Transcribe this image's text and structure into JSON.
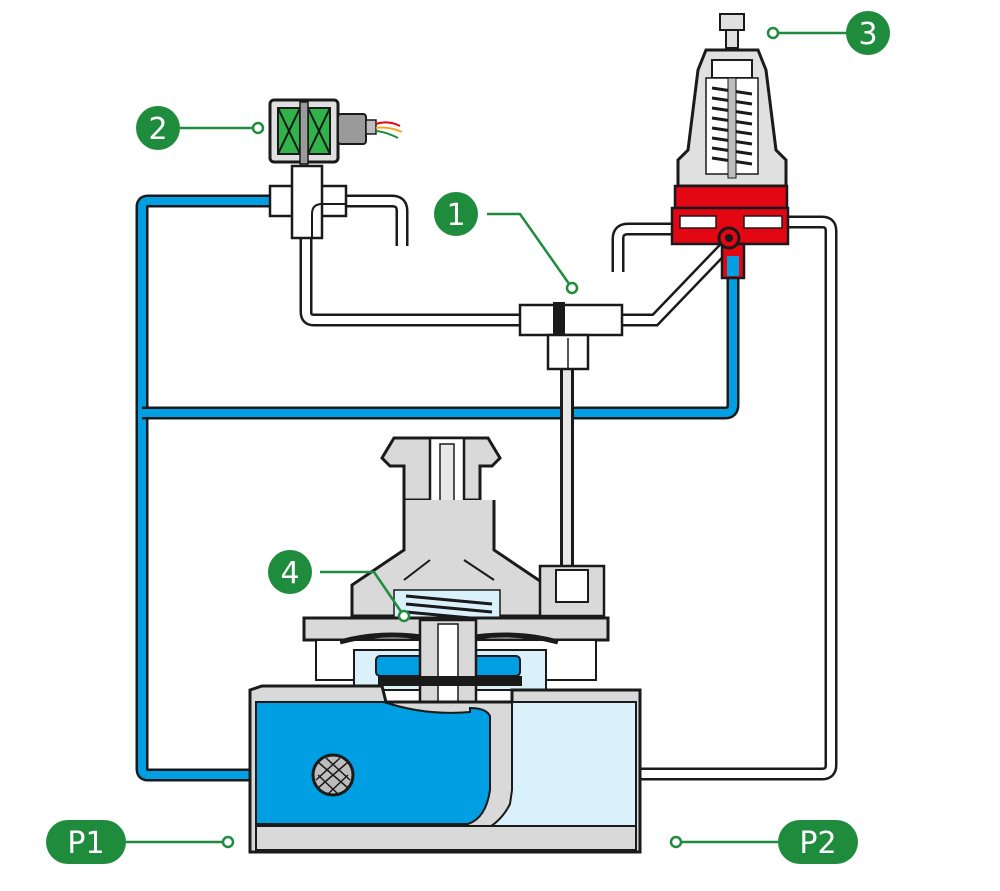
{
  "callouts": [
    {
      "id": "1",
      "label": "1"
    },
    {
      "id": "2",
      "label": "2"
    },
    {
      "id": "3",
      "label": "3"
    },
    {
      "id": "4",
      "label": "4"
    }
  ],
  "ports": [
    {
      "id": "p1",
      "label": "P1"
    },
    {
      "id": "p2",
      "label": "P2"
    }
  ],
  "colors": {
    "callout_green": "#1e8c3c",
    "upstream_water": "#009fe3",
    "downstream_water": "#daf0fb",
    "pilot_red": "#e30613",
    "solenoid_coil": "#2fb34a",
    "metal_grey": "#d9d9d9",
    "outline": "#1a1a1a"
  }
}
